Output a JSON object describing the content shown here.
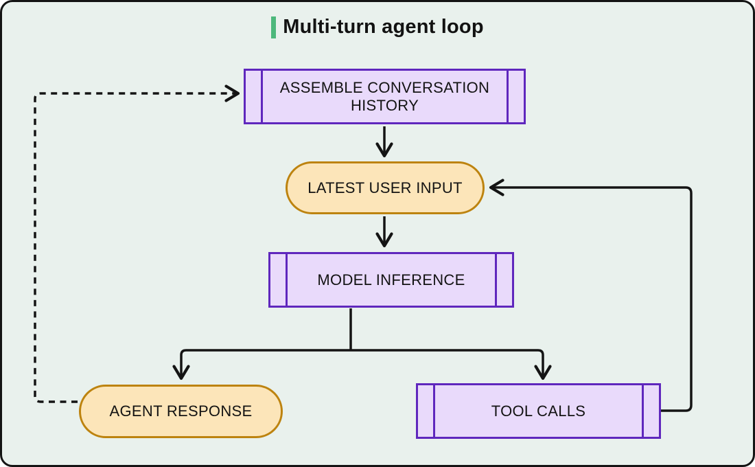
{
  "title": "Multi-turn agent loop",
  "palette": {
    "background": "#e9f1ed",
    "frame_border": "#141414",
    "accent_green": "#4db87c",
    "purple_fill": "#e9dafb",
    "purple_border": "#5f27bd",
    "orange_fill": "#fce5b9",
    "orange_border": "#bd830f",
    "connector": "#141414"
  },
  "nodes": [
    {
      "id": "assemble-history",
      "label": "ASSEMBLE CONVERSATION HISTORY",
      "shape": "subroutine"
    },
    {
      "id": "latest-user-input",
      "label": "LATEST USER INPUT",
      "shape": "stadium"
    },
    {
      "id": "model-inference",
      "label": "MODEL INFERENCE",
      "shape": "subroutine"
    },
    {
      "id": "agent-response",
      "label": "AGENT RESPONSE",
      "shape": "stadium"
    },
    {
      "id": "tool-calls",
      "label": "TOOL CALLS",
      "shape": "subroutine"
    }
  ],
  "edges": [
    {
      "from": "assemble-history",
      "to": "latest-user-input",
      "style": "solid"
    },
    {
      "from": "latest-user-input",
      "to": "model-inference",
      "style": "solid"
    },
    {
      "from": "model-inference",
      "to": "agent-response",
      "style": "solid"
    },
    {
      "from": "model-inference",
      "to": "tool-calls",
      "style": "solid"
    },
    {
      "from": "agent-response",
      "to": "assemble-history",
      "style": "dashed"
    },
    {
      "from": "tool-calls",
      "to": "latest-user-input",
      "style": "solid"
    }
  ]
}
